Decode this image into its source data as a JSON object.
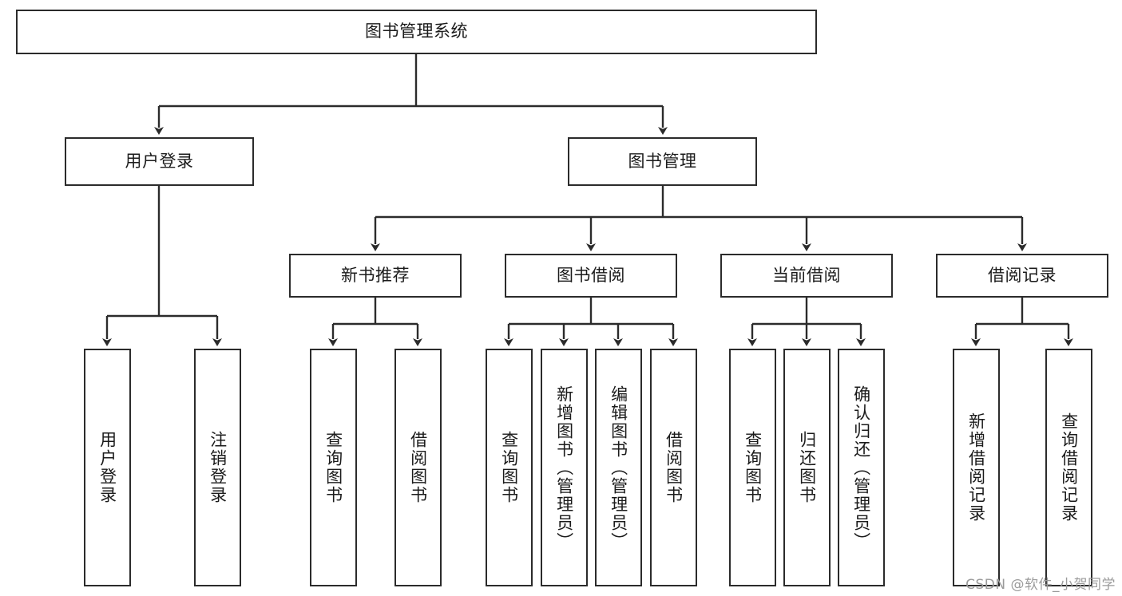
{
  "diagram": {
    "title": "图书管理系统",
    "type": "tree-hierarchy",
    "watermark": "CSDN @软件_小贺同学",
    "colors": {
      "stroke": "#2b2b2b",
      "fill": "#ffffff",
      "text": "#1b1b1b",
      "watermark": "#9b9b9b"
    },
    "nodes": {
      "root": {
        "label": "图书管理系统"
      },
      "level2": [
        {
          "id": "user-login",
          "label": "用户登录"
        },
        {
          "id": "book-manage",
          "label": "图书管理"
        }
      ],
      "level3": [
        {
          "id": "new-book-rec",
          "label": "新书推荐"
        },
        {
          "id": "book-borrow",
          "label": "图书借阅"
        },
        {
          "id": "current-borrow",
          "label": "当前借阅"
        },
        {
          "id": "borrow-record",
          "label": "借阅记录"
        }
      ],
      "leaves": {
        "user-login": [
          {
            "id": "leaf-user-login",
            "label": "用户登录"
          },
          {
            "id": "leaf-user-logout",
            "label": "注销登录"
          }
        ],
        "new-book-rec": [
          {
            "id": "leaf-query-book-1",
            "label": "查询图书"
          },
          {
            "id": "leaf-borrow-book-1",
            "label": "借阅图书"
          }
        ],
        "book-borrow": [
          {
            "id": "leaf-query-book-2",
            "label": "查询图书"
          },
          {
            "id": "leaf-add-book",
            "label": "新增图书（管理员）"
          },
          {
            "id": "leaf-edit-book",
            "label": "编辑图书（管理员）"
          },
          {
            "id": "leaf-borrow-book-2",
            "label": "借阅图书"
          }
        ],
        "current-borrow": [
          {
            "id": "leaf-query-book-3",
            "label": "查询图书"
          },
          {
            "id": "leaf-return-book",
            "label": "归还图书"
          },
          {
            "id": "leaf-confirm-return",
            "label": "确认归还（管理员）"
          }
        ],
        "borrow-record": [
          {
            "id": "leaf-add-record",
            "label": "新增借阅记录"
          },
          {
            "id": "leaf-query-record",
            "label": "查询借阅记录"
          }
        ]
      }
    }
  }
}
